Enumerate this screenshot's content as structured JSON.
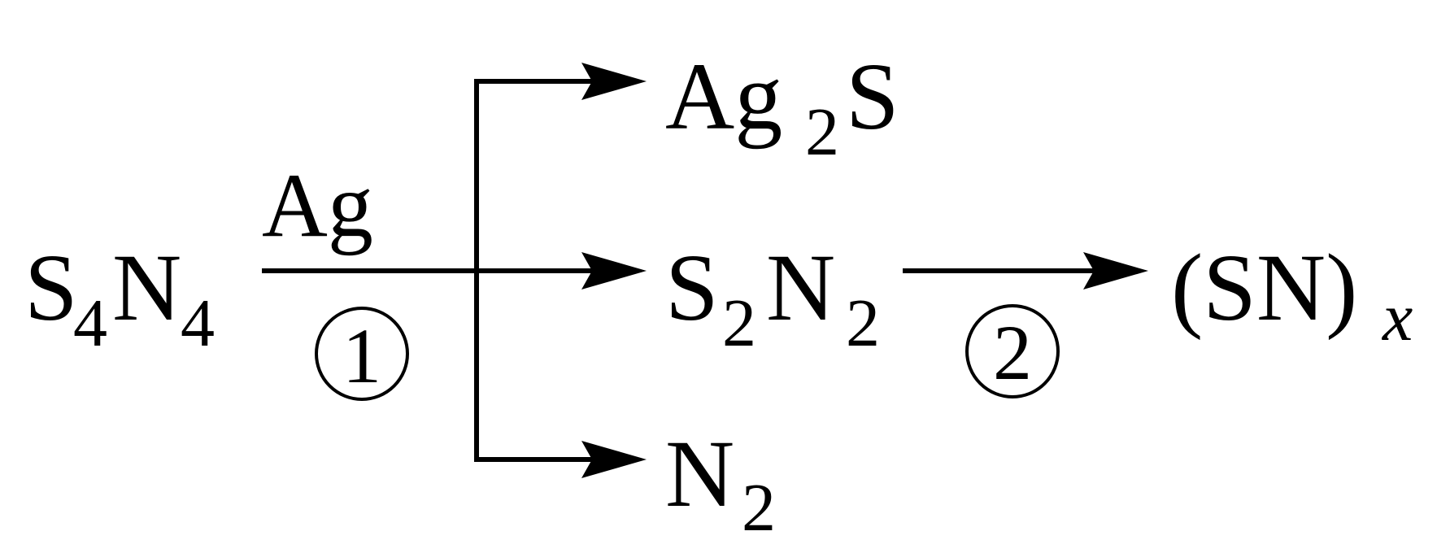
{
  "reactant": {
    "base": "S",
    "sub1": "4",
    "base2": "N",
    "sub2": "4"
  },
  "reagent": "Ag",
  "step1_label": "1",
  "step2_label": "2",
  "products": {
    "top": {
      "base": "Ag",
      "sub": "2",
      "tail": "S"
    },
    "middle": {
      "base": "S",
      "sub1": "2",
      "base2": "N",
      "sub2": "2"
    },
    "bottom": {
      "base": "N",
      "sub": "2"
    }
  },
  "final_product": {
    "open": "(SN)",
    "sub": "x"
  }
}
